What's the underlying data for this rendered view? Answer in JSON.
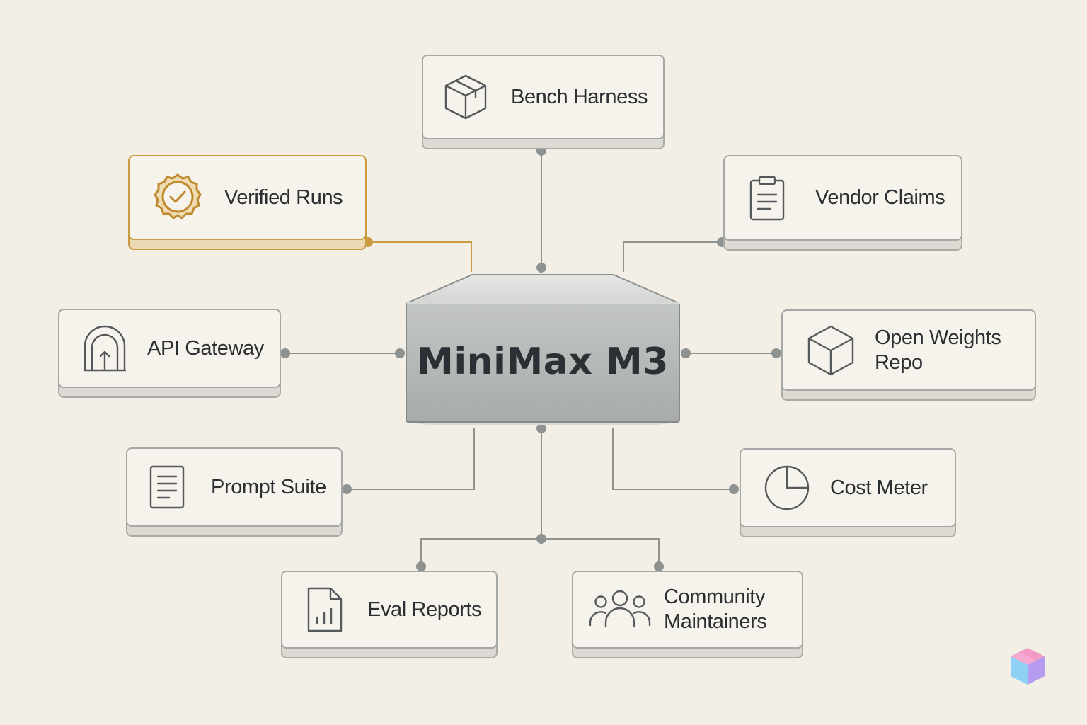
{
  "center": {
    "title": "MiniMax M3"
  },
  "nodes": {
    "bench_harness": {
      "label": "Bench Harness",
      "icon": "box-icon"
    },
    "verified_runs": {
      "label": "Verified Runs",
      "icon": "verified-badge-icon",
      "color": "#c99a3e"
    },
    "vendor_claims": {
      "label": "Vendor Claims",
      "icon": "clipboard-icon"
    },
    "api_gateway": {
      "label": "API Gateway",
      "icon": "gateway-arch-icon"
    },
    "open_weights_repo": {
      "label": "Open Weights Repo",
      "icon": "cube-icon"
    },
    "prompt_suite": {
      "label": "Prompt Suite",
      "icon": "document-lines-icon"
    },
    "cost_meter": {
      "label": "Cost Meter",
      "icon": "pie-chart-icon"
    },
    "eval_reports": {
      "label": "Eval Reports",
      "icon": "report-chart-icon"
    },
    "community_maintainers": {
      "line1": "Community",
      "line2": "Maintainers",
      "icon": "people-group-icon"
    }
  },
  "colors": {
    "background": "#f3efe6",
    "line": "#8e9290",
    "accent": "#c99a3e",
    "text": "#2b2f31"
  }
}
